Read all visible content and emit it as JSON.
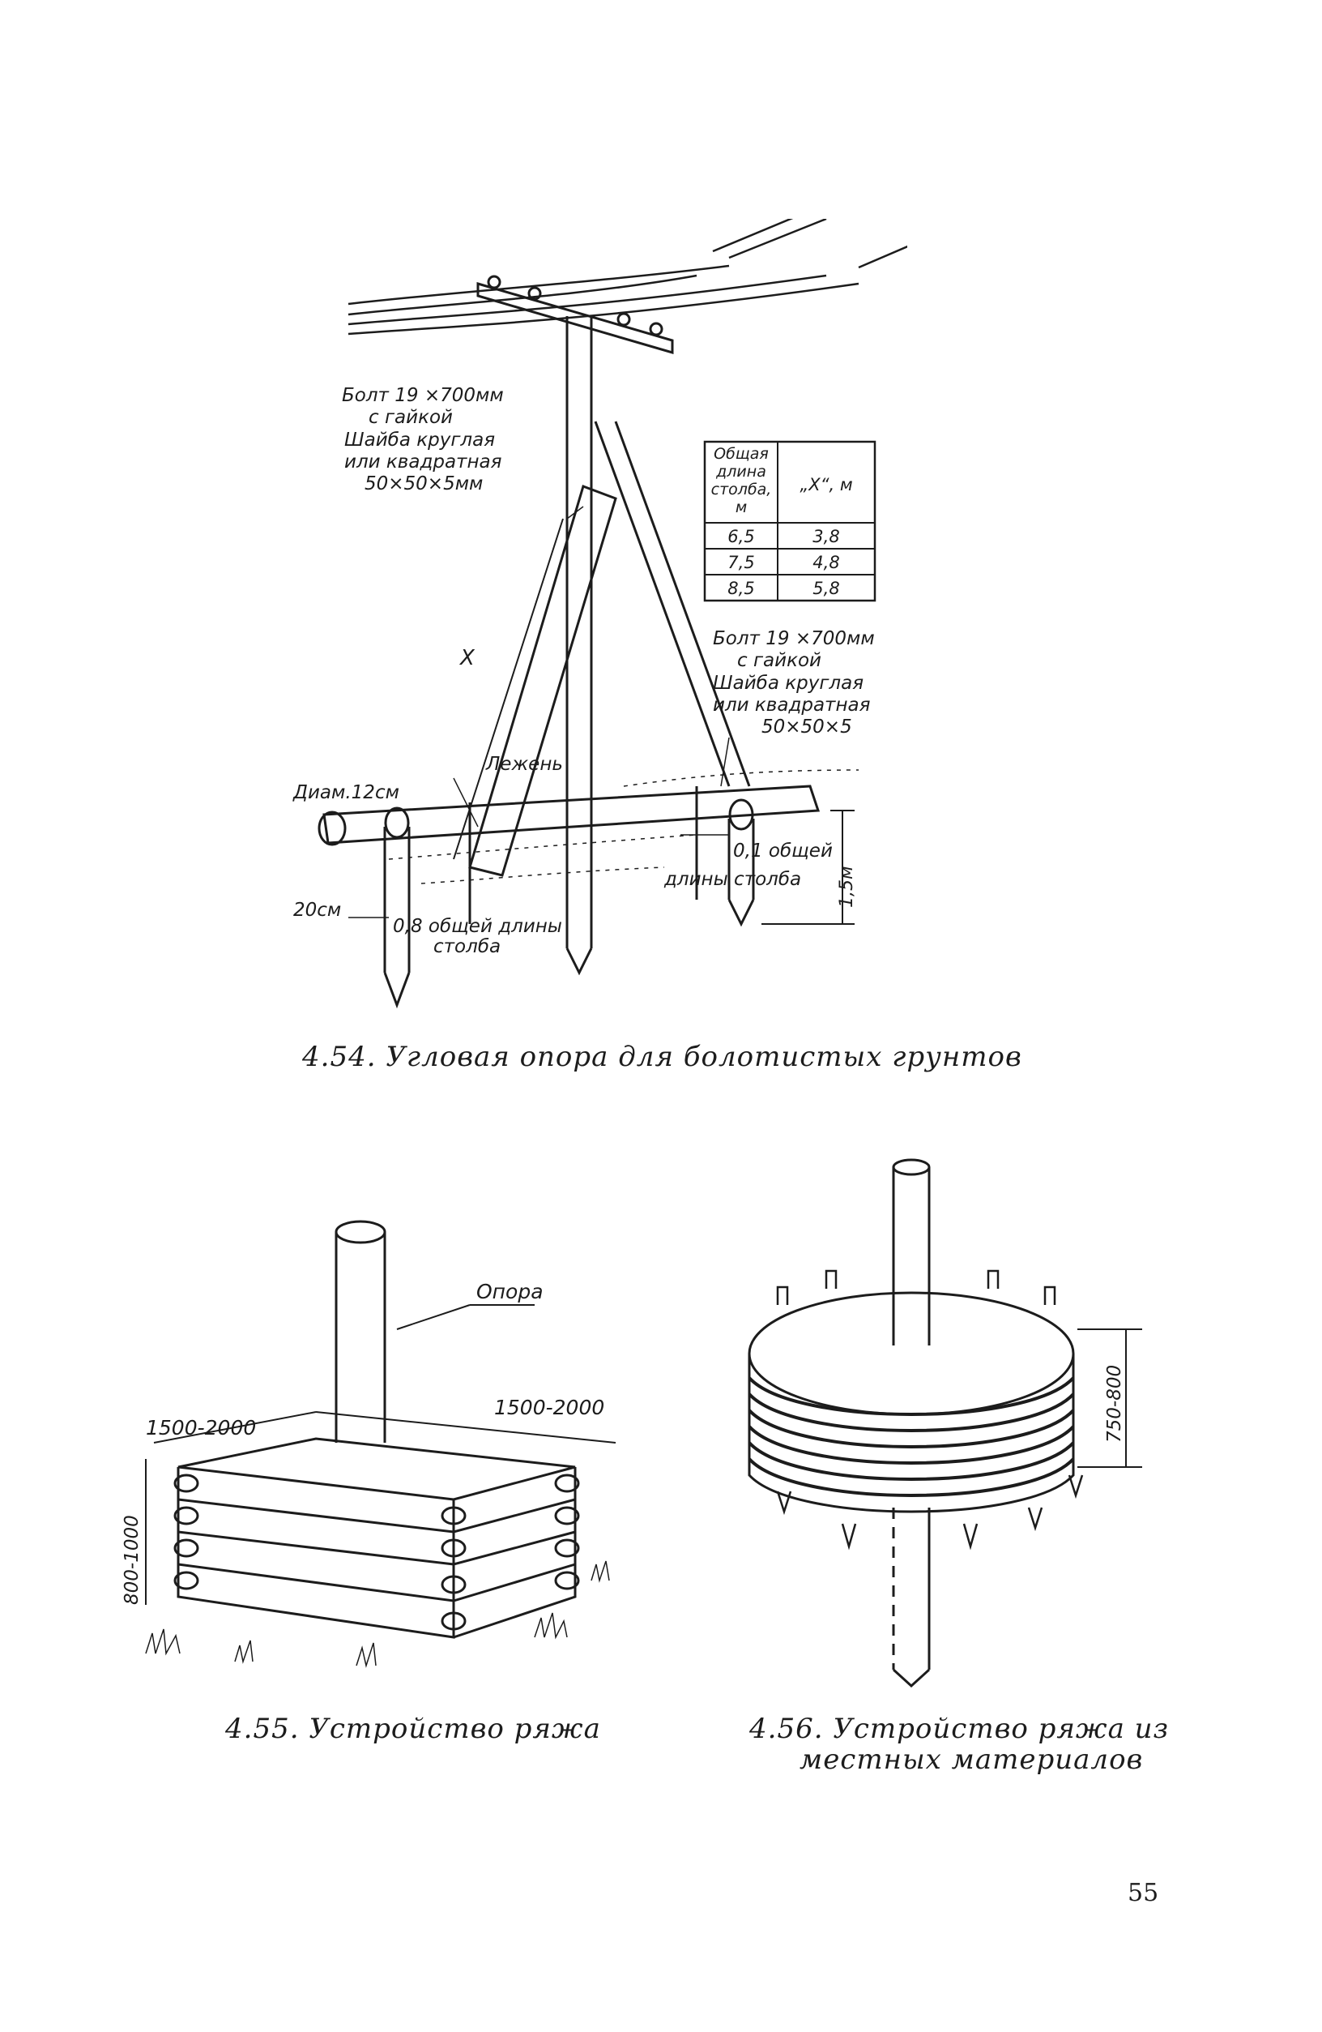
{
  "page_number": "55",
  "figures": {
    "fig_4_54": {
      "caption": "4.54. Угловая опора для болотистых грунтов",
      "labels": {
        "bolt_top_1": "Болт 19 ×700мм",
        "bolt_top_2": "с гайкой",
        "washer_top_1": "Шайба круглая",
        "washer_top_2": "или квадратная",
        "washer_top_3": "50×50×5мм",
        "bolt_right_1": "Болт 19 ×700мм",
        "bolt_right_2": "с гайкой",
        "washer_right_1": "Шайба круглая",
        "washer_right_2": "или квадратная",
        "washer_right_3": "50×50×5",
        "x_mark": "X",
        "lezhen": "Лежень",
        "diam": "Диам.12см",
        "dim_20": "20см",
        "dim_08_1": "0,8 общей длины",
        "dim_08_2": "столба",
        "dim_01_1": "0,1 общей",
        "dim_01_2": "длины столба",
        "dim_15": "1,5м"
      },
      "table": {
        "headers": [
          "Общая длина столба, м",
          "„X“, м"
        ],
        "header_lines": [
          "Общая",
          "длина",
          "столба,",
          "м"
        ],
        "header_x": "„X“, м",
        "rows": [
          [
            "6,5",
            "3,8"
          ],
          [
            "7,5",
            "4,8"
          ],
          [
            "8,5",
            "5,8"
          ]
        ]
      }
    },
    "fig_4_55": {
      "caption": "4.55. Устройство ряжа",
      "labels": {
        "opora": "Опора",
        "dim_left": "1500-2000",
        "dim_right": "1500-2000",
        "dim_height": "800-1000"
      }
    },
    "fig_4_56": {
      "caption_1": "4.56. Устройство ряжа из",
      "caption_2": "местных материалов",
      "labels": {
        "dim_height": "750-800"
      }
    }
  },
  "colors": {
    "ink": "#1c1c1c",
    "paper": "#ffffff"
  }
}
